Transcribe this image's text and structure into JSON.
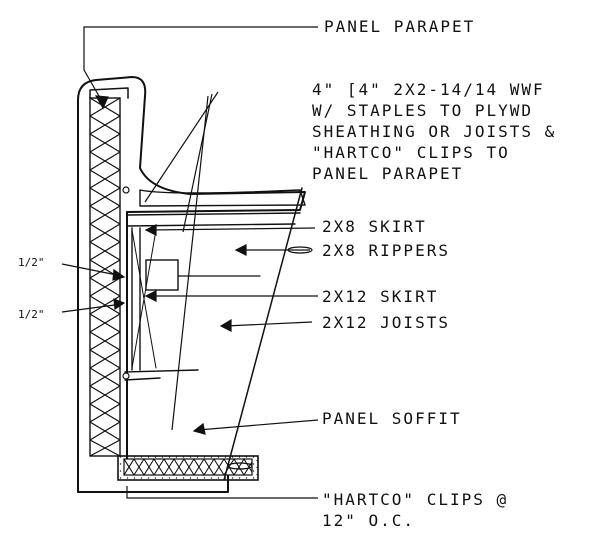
{
  "labels": {
    "panel_parapet": "PANEL PARAPET",
    "wwf_line1": "4\" [4\" 2X2-14/14 WWF",
    "wwf_line2": "W/ STAPLES TO PLYWD",
    "wwf_line3": "SHEATHING OR JOISTS &",
    "wwf_line4": "\"HARTCO\" CLIPS TO",
    "wwf_line5": "PANEL PARAPET",
    "skirt_2x8": "2X8 SKIRT",
    "rippers_2x8": "2X8 RIPPERS",
    "skirt_2x12": "2X12 SKIRT",
    "joists_2x12": "2X12 JOISTS",
    "panel_soffit": "PANEL SOFFIT",
    "clips_line1": "\"HARTCO\" CLIPS @",
    "clips_line2": "12\" O.C."
  },
  "dimensions": {
    "upper": "1/2\"",
    "lower": "1/2\""
  }
}
